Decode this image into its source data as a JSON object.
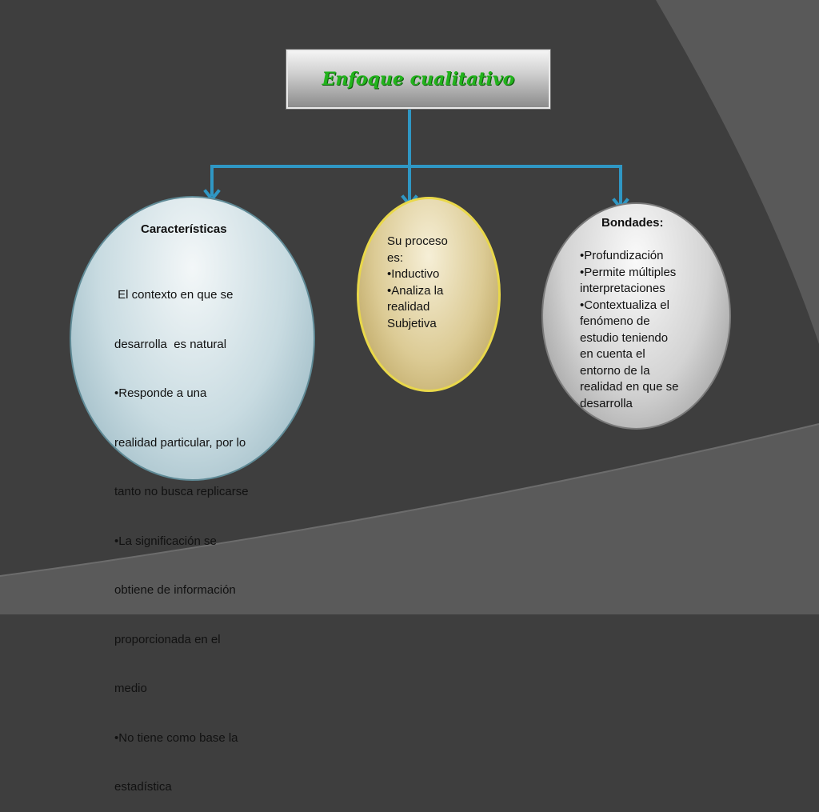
{
  "title": "Enfoque cualitativo",
  "colors": {
    "title_text": "#22b41c",
    "connector": "#2f97c4",
    "left_fill": "#c8dbe1",
    "middle_fill": "#dccb95",
    "middle_border": "#e9d84a",
    "right_fill": "#d3d3d3"
  },
  "left": {
    "heading": "Características",
    "lines": [
      " El contexto en que se",
      "desarrolla  es natural",
      "•Responde a una",
      "realidad particular, por lo",
      "tanto no busca replicarse",
      "•La significación se",
      "obtiene de información",
      "proporcionada en el",
      "medio",
      "•No tiene como base la",
      "estadística"
    ]
  },
  "middle": {
    "lines": [
      "Su proceso",
      "es:",
      "•Inductivo",
      "•Analiza la",
      "realidad",
      "Subjetiva"
    ]
  },
  "right": {
    "heading": "Bondades:",
    "lines": [
      "•Profundización",
      "•Permite múltiples",
      "interpretaciones",
      "•Contextualiza el",
      "fenómeno de",
      "estudio teniendo",
      "en cuenta el",
      "entorno de la",
      "realidad en que se",
      "desarrolla"
    ]
  }
}
